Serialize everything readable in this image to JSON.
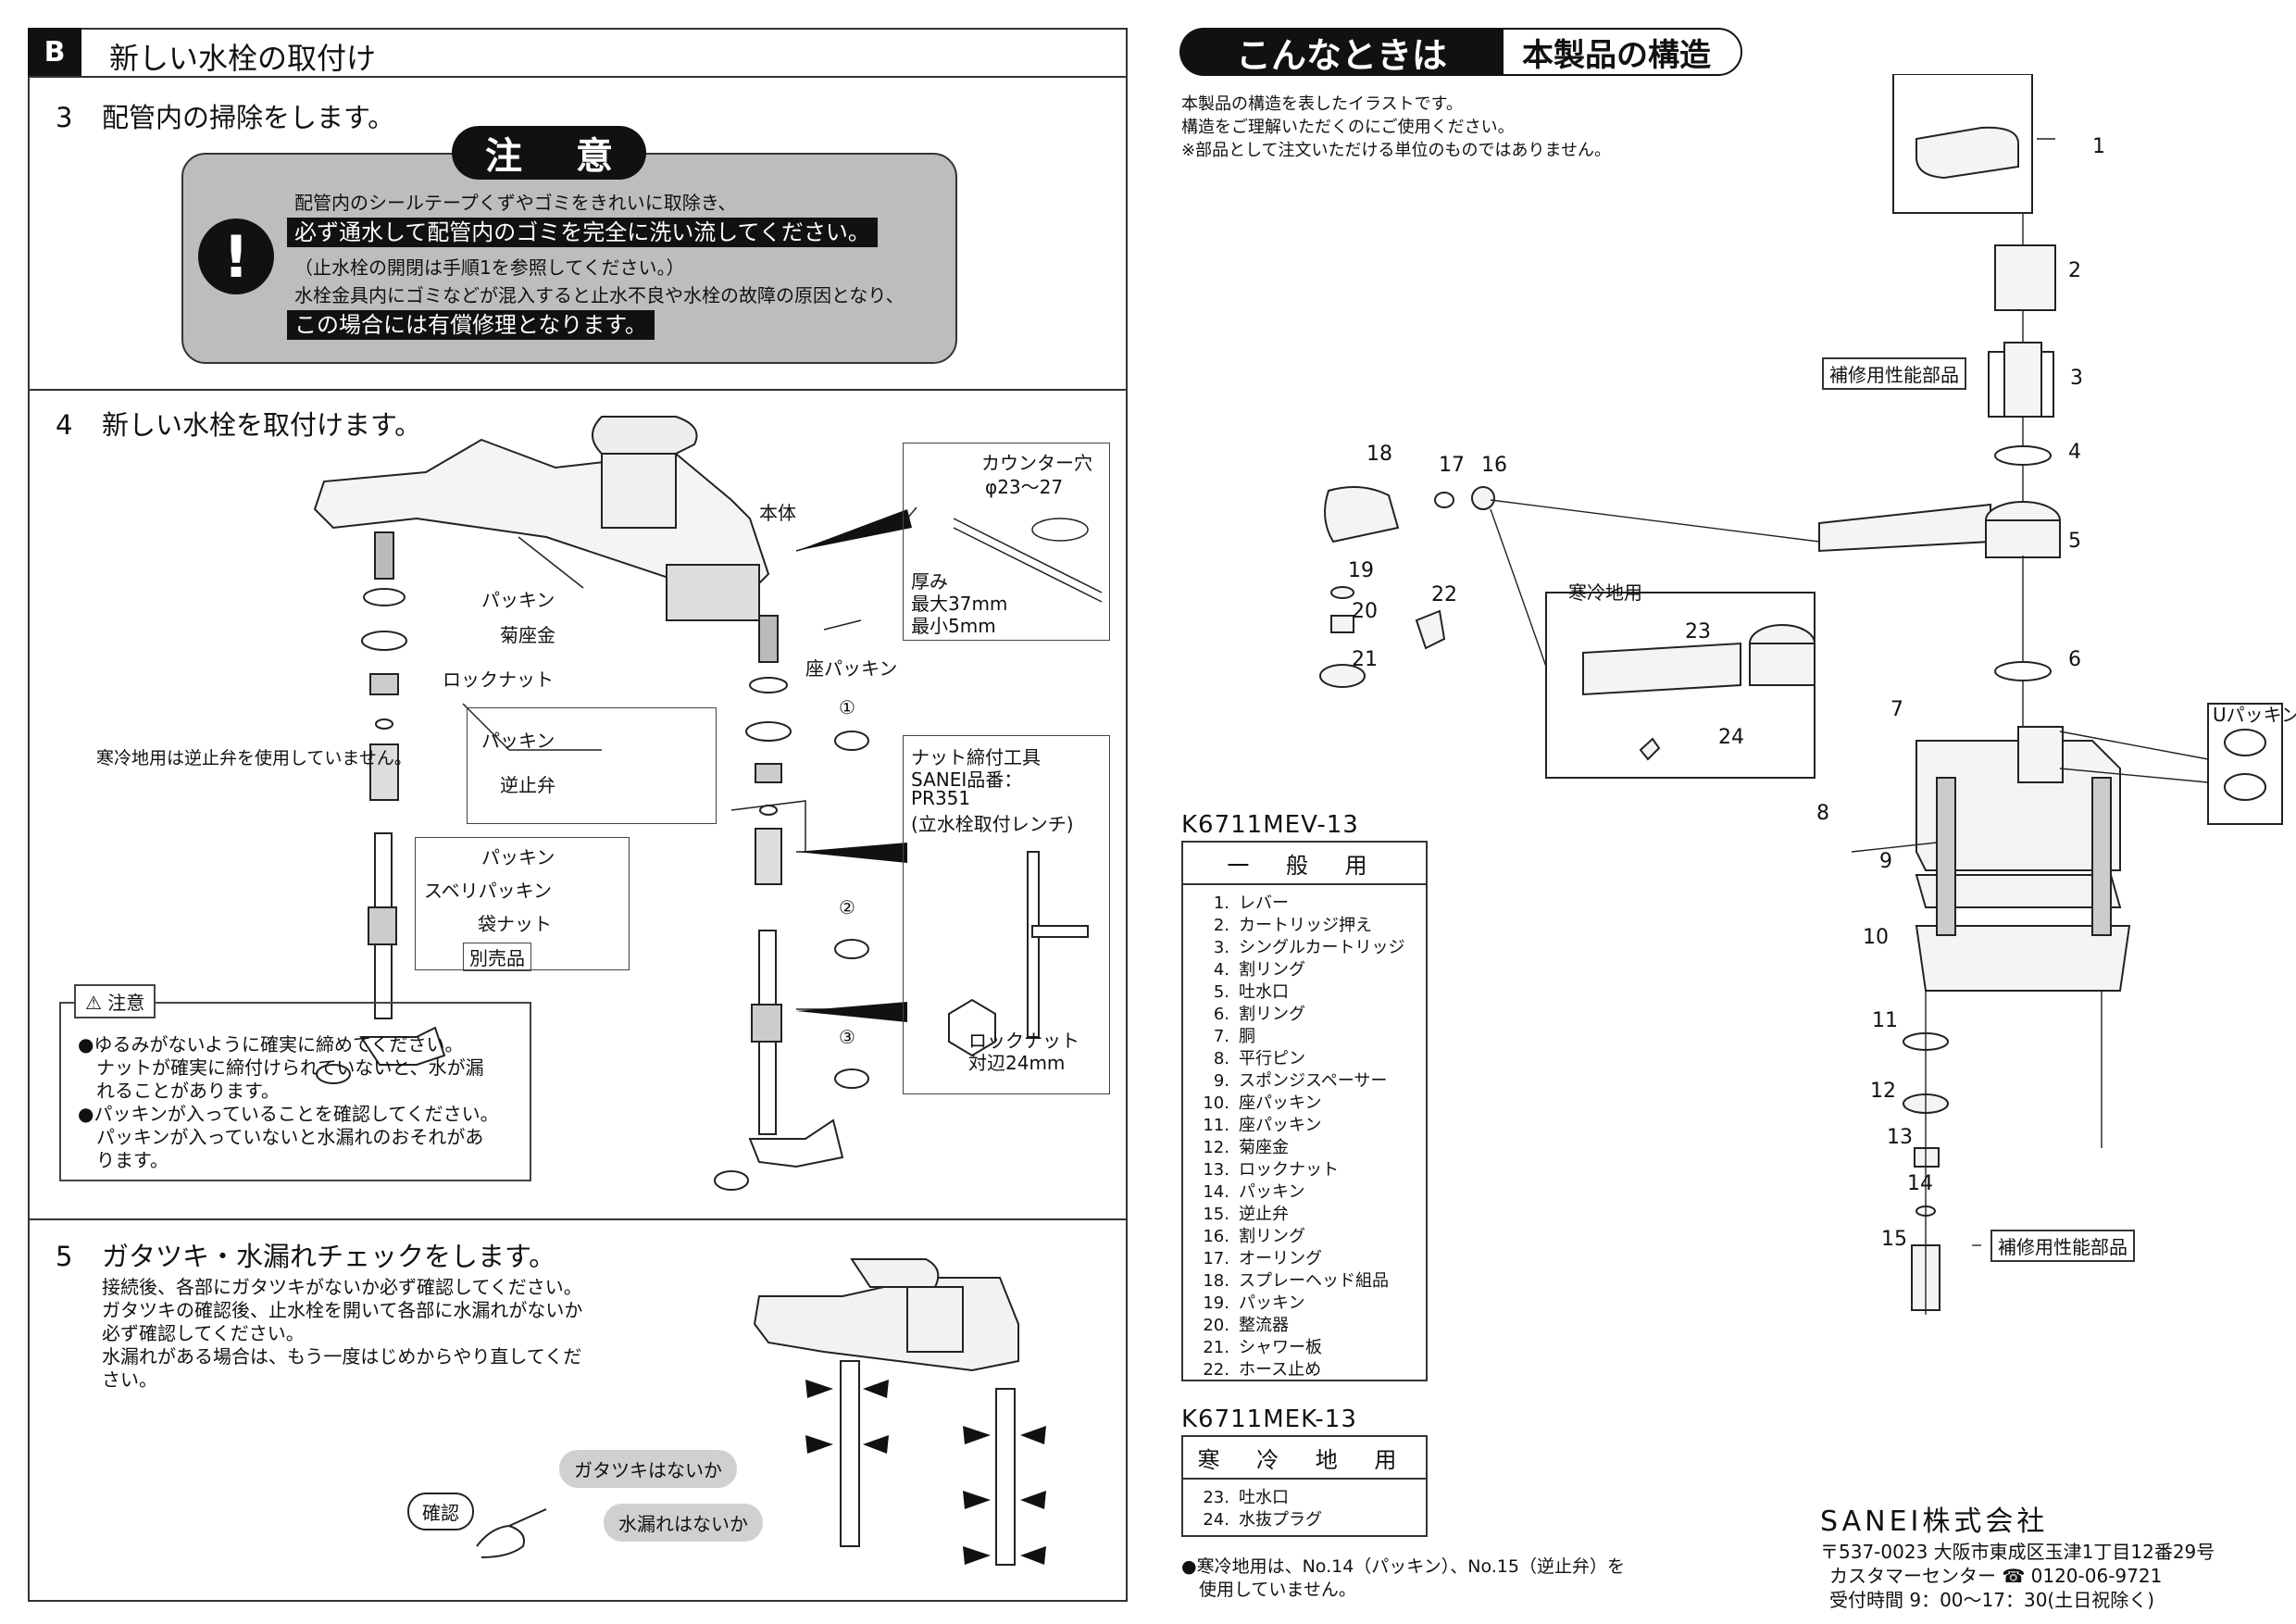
{
  "header": {
    "badge": "B",
    "title": "新しい水栓の取付け"
  },
  "step3": {
    "num": "3",
    "title": "配管内の掃除をします。",
    "caution_title": "注 意",
    "line1": "配管内のシールテープくずやゴミをきれいに取除き、",
    "highlight1": "必ず通水して配管内のゴミを完全に洗い流してください。",
    "line2": "（止水栓の開閉は手順1を参照してください。）",
    "line3": "水栓金具内にゴミなどが混入すると止水不良や水栓の故障の原因となり、",
    "highlight2": "この場合には有償修理となります。"
  },
  "step4": {
    "num": "4",
    "title": "新しい水栓を取付けます。",
    "labels": {
      "body": "本体",
      "packing": "パッキン",
      "kikuzagane": "菊座金",
      "locknut": "ロックナット",
      "packing2": "パッキン",
      "check_valve": "逆止弁",
      "packing3": "パッキン",
      "suberi": "スベリパッキン",
      "fukuronut": "袋ナット",
      "betsu": "別売品",
      "za_packing": "座パッキン",
      "cold_note": "寒冷地用は逆止弁を使用していません。",
      "step_1": "①",
      "step_2": "②",
      "step_3": "③"
    },
    "counter_box": {
      "title": "カウンター穴",
      "dia": "φ23〜27",
      "thick": "厚み",
      "max": "最大37mm",
      "min": "最小5mm"
    },
    "tool_box": {
      "l1": "ナット締付工具",
      "l2": "SANEI品番：",
      "l3": "PR351",
      "l4": "(立水栓取付レンチ)",
      "l5": "ロックナット",
      "l6": "対辺24mm"
    },
    "note": {
      "tag": "注意",
      "l1": "●ゆるみがないように確実に締めてください。",
      "l2": "　ナットが確実に締付けられていないと、水が漏",
      "l3": "　れることがあります。",
      "l4": "●パッキンが入っていることを確認してください。",
      "l5": "　パッキンが入っていないと水漏れのおそれがあ",
      "l6": "　ります。"
    }
  },
  "step5": {
    "num": "5",
    "title": "ガタツキ・水漏れチェックをします。",
    "l1": "接続後、各部にガタツキがないか必ず確認してください。",
    "l2": "ガタツキの確認後、止水栓を開いて各部に水漏れがないか",
    "l3": "必ず確認してください。",
    "l4": "水漏れがある場合は、もう一度はじめからやり直してくだ",
    "l5": "さい。",
    "check1": "ガタツキはないか",
    "check2": "水漏れはないか",
    "confirm": "確認"
  },
  "right": {
    "title_a": "こんなときは",
    "title_b": "本製品の構造",
    "intro1": "本製品の構造を表したイラストです。",
    "intro2": "構造をご理解いただくのにご使用ください。",
    "intro3": "※部品として注文いただける単位のものではありません。",
    "model1": "K6711MEV-13",
    "table1_head": "一 般 用",
    "parts1": [
      {
        "no": "1.",
        "name": "レバー"
      },
      {
        "no": "2.",
        "name": "カートリッジ押え"
      },
      {
        "no": "3.",
        "name": "シングルカートリッジ"
      },
      {
        "no": "4.",
        "name": "割リング"
      },
      {
        "no": "5.",
        "name": "吐水口"
      },
      {
        "no": "6.",
        "name": "割リング"
      },
      {
        "no": "7.",
        "name": "胴"
      },
      {
        "no": "8.",
        "name": "平行ピン"
      },
      {
        "no": "9.",
        "name": "スポンジスペーサー"
      },
      {
        "no": "10.",
        "name": "座パッキン"
      },
      {
        "no": "11.",
        "name": "座パッキン"
      },
      {
        "no": "12.",
        "name": "菊座金"
      },
      {
        "no": "13.",
        "name": "ロックナット"
      },
      {
        "no": "14.",
        "name": "パッキン"
      },
      {
        "no": "15.",
        "name": "逆止弁"
      },
      {
        "no": "16.",
        "name": "割リング"
      },
      {
        "no": "17.",
        "name": "オーリング"
      },
      {
        "no": "18.",
        "name": "スプレーヘッド組品"
      },
      {
        "no": "19.",
        "name": "パッキン"
      },
      {
        "no": "20.",
        "name": "整流器"
      },
      {
        "no": "21.",
        "name": "シャワー板"
      },
      {
        "no": "22.",
        "name": "ホース止め"
      }
    ],
    "model2": "K6711MEK-13",
    "table2_head": "寒 冷 地 用",
    "parts2": [
      {
        "no": "23.",
        "name": "吐水口"
      },
      {
        "no": "24.",
        "name": "水抜プラグ"
      }
    ],
    "footnote1": "●寒冷地用は、No.14（パッキン）、No.15（逆止弁）を",
    "footnote2": "　使用していません。",
    "diagram": {
      "hoshu1": "補修用性能部品",
      "hoshu2": "補修用性能部品",
      "kanrei": "寒冷地用",
      "upacking": "Uパッキン",
      "nums": [
        "1",
        "2",
        "3",
        "4",
        "5",
        "6",
        "7",
        "8",
        "9",
        "10",
        "11",
        "12",
        "13",
        "14",
        "15",
        "16",
        "17",
        "18",
        "19",
        "20",
        "21",
        "22",
        "23",
        "24"
      ]
    },
    "company": "SANEI株式会社",
    "addr1": "〒537-0023  大阪市東成区玉津1丁目12番29号",
    "addr2": "カスタマーセンター ☎ 0120-06-9721",
    "addr3": "受付時間 9：00〜17：30(土日祝除く)"
  }
}
